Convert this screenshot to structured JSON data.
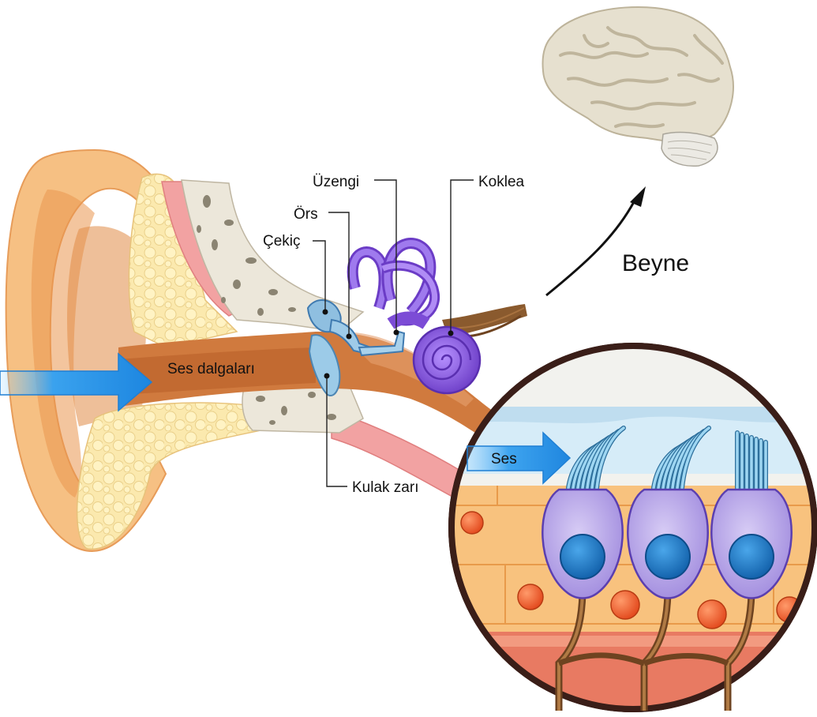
{
  "labels": {
    "uzengi": "Üzengi",
    "koklea": "Koklea",
    "ors": "Örs",
    "cekic": "Çekiç",
    "ses_dalgalari": "Ses dalgaları",
    "kulak_zari": "Kulak zarı",
    "beyne": "Beyne",
    "ses": "Ses"
  },
  "colors": {
    "outer_ear": "#f4b46c",
    "canal": "#c8733e",
    "bone": "#ece7da",
    "fat": "#f8e3a0",
    "ossicles": "#8fbfe0",
    "cochlea": "#8a58d8",
    "brain": "#e6e0cf",
    "arrow_blue": "#2a8fe4",
    "hair_cell": "#b9a6e8",
    "nucleus": "#1f78c8",
    "nerve": "#8a5a2e"
  }
}
